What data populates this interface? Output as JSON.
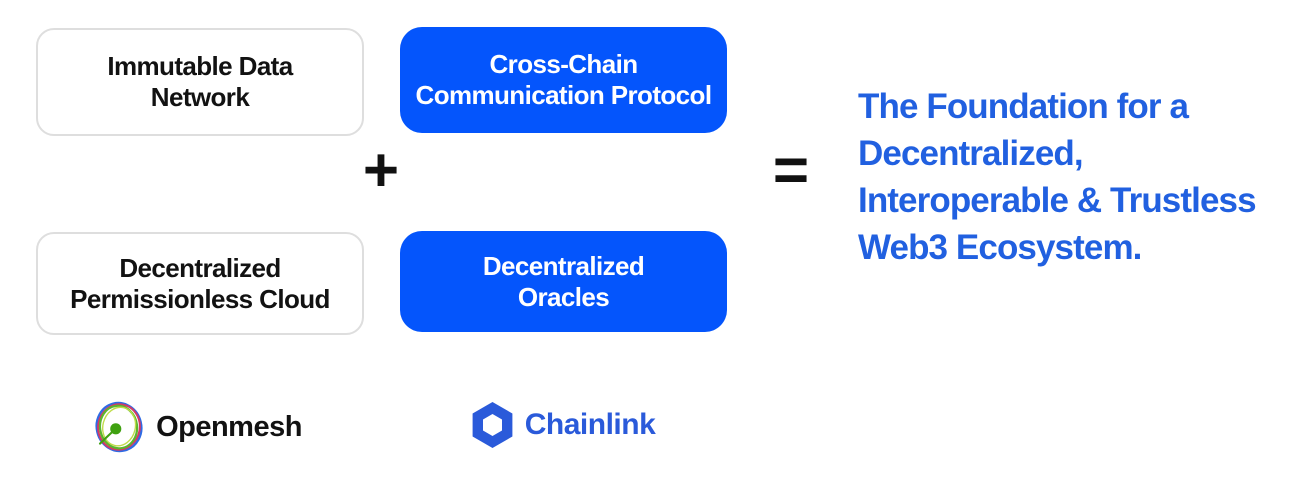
{
  "colors": {
    "box_blue": "#0455FC",
    "heading_blue": "#2160E0",
    "chainlink_blue": "#2A5ADA",
    "box_border_gray": "#DEDEDE",
    "text_black": "#121212",
    "openmesh_ring_blue": "#2F6BE4",
    "openmesh_ring_red": "#D23A67",
    "openmesh_ring_green": "#5CB52D",
    "openmesh_dot_green": "#3FA110"
  },
  "left_column": {
    "boxes": [
      {
        "line1": "Immutable Data",
        "line2": "Network"
      },
      {
        "line1": "Decentralized",
        "line2": "Permissionless Cloud"
      }
    ],
    "logo": {
      "name": "Openmesh",
      "icon": "openmesh-orb-icon"
    }
  },
  "middle_column": {
    "boxes": [
      {
        "line1": "Cross-Chain",
        "line2": "Communication Protocol"
      },
      {
        "line1": "Decentralized",
        "line2": "Oracles"
      }
    ],
    "logo": {
      "name": "Chainlink",
      "icon": "chainlink-hexagon-icon"
    }
  },
  "operators": {
    "plus": "+",
    "equals": "="
  },
  "result_heading": {
    "lines": [
      "The Foundation for a",
      "Decentralized,",
      "Interoperable & Trustless",
      "Web3 Ecosystem."
    ]
  }
}
